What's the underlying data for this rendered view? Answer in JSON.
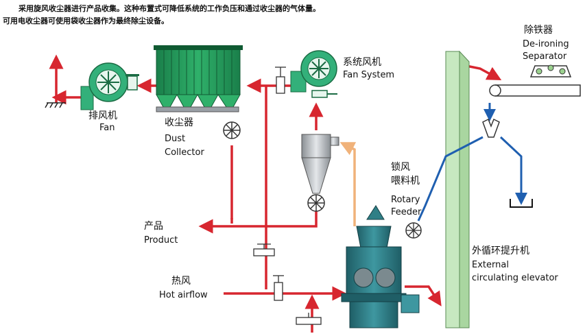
{
  "description": {
    "line1": "采用旋风收尘器进行产品收集。这种布置式可降低系统的工作负压和通过收尘器的气体量。",
    "line2": "可用电收尘器可使用袋收尘器作为最终除尘设备。"
  },
  "labels": {
    "exhaust_fan": {
      "zh": "排风机",
      "en": "Fan"
    },
    "dust_collector": {
      "zh": "收尘器",
      "en_line1": "Dust",
      "en_line2": "Collector"
    },
    "system_fan": {
      "zh": "系统风机",
      "en": "Fan System"
    },
    "deironing_separator": {
      "zh": "除铁器",
      "en_line1": "De-ironing",
      "en_line2": "Separator"
    },
    "rotary_feeder": {
      "zh_line1": "锁风",
      "zh_line2": "喂料机",
      "en_line1": "Rotary",
      "en_line2": "Feeder"
    },
    "product": {
      "zh": "产品",
      "en": "Product"
    },
    "hot_airflow": {
      "zh": "热风",
      "en": "Hot airflow"
    },
    "external_elevator": {
      "zh": "外循环提升机",
      "en_line1": "External",
      "en_line2": "circulating elevator"
    }
  },
  "colors": {
    "flow_arrow": "#d7262f",
    "material_flow": "#1f5fb0",
    "return_flow": "#f0b27a",
    "collector_green": "#1f9a5a",
    "fan_green": "#33b07a",
    "elevator_green": "#c7e8c0",
    "mill_teal": "#2f7f86"
  },
  "icons": [
    "fan-icon",
    "valve-icon",
    "ground-icon",
    "cyclone-icon",
    "mill-icon"
  ]
}
